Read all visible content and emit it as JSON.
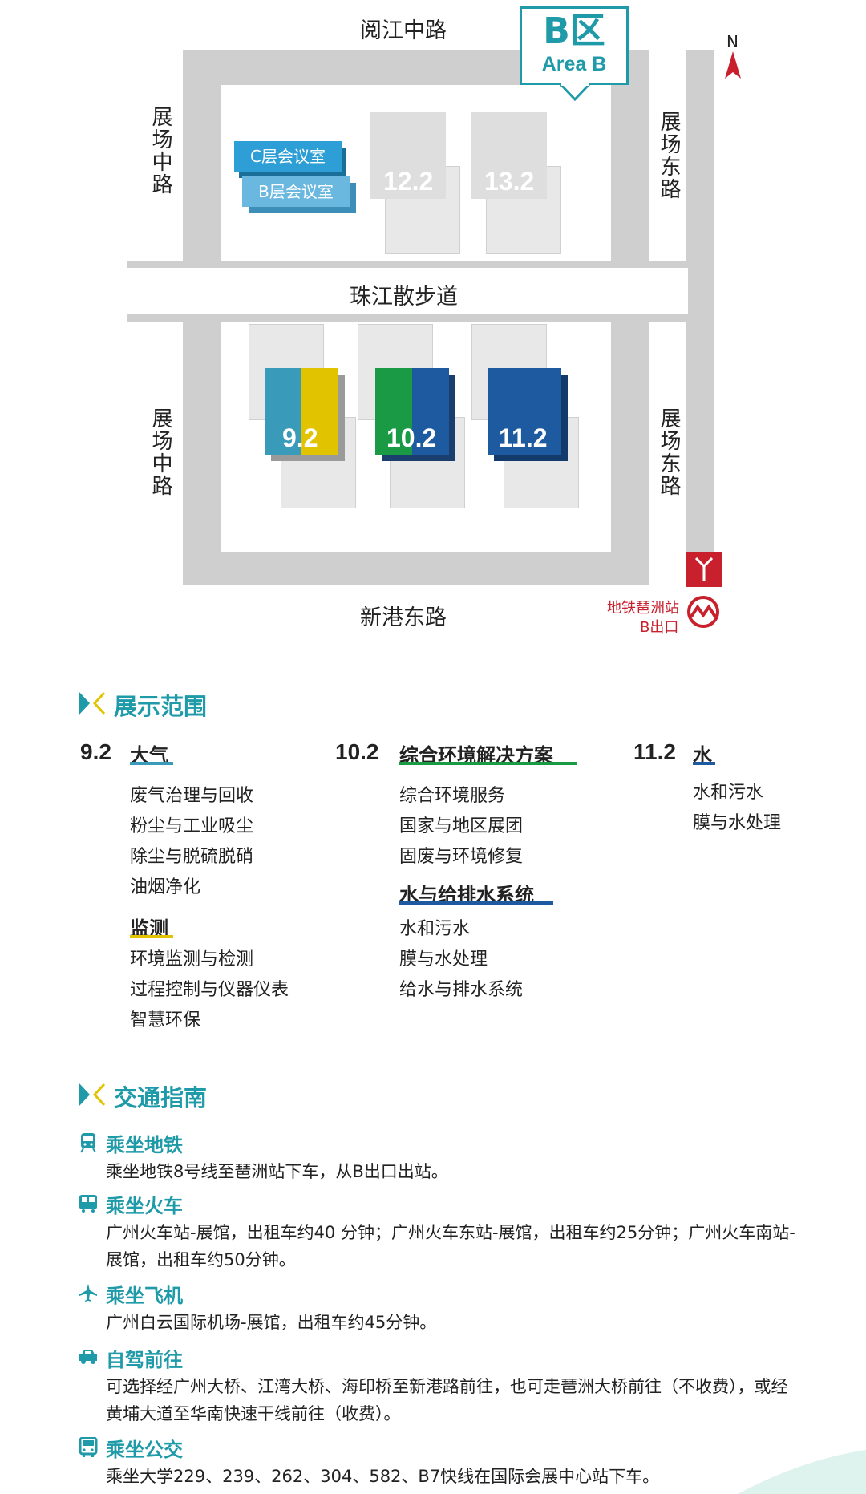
{
  "map": {
    "area": {
      "title": "B区",
      "subtitle": "Area B"
    },
    "compass": "N",
    "roads": {
      "north": "阅江中路",
      "south": "新港东路",
      "west_upper": "展场中路",
      "west_lower": "展场中路",
      "east_upper": "展场东路",
      "east_lower": "展场东路",
      "promenade": "珠江散步道"
    },
    "rooms": {
      "c_level": "C层会议室",
      "b_level": "B层会议室"
    },
    "halls": {
      "h12": "12.2",
      "h13": "13.2",
      "h9": "9.2",
      "h10": "10.2",
      "h11": "11.2"
    },
    "metro": {
      "line1": "地铁琶洲站",
      "line2": "B出口"
    },
    "colors": {
      "teal": "#1f9aa8",
      "hall9_left": "#3a9ab9",
      "hall9_right": "#e2c300",
      "hall10_left": "#1a9a45",
      "hall10_right": "#1e5aa0",
      "hall11": "#1e5aa0",
      "room_c": "#2d9fd6",
      "room_b": "#6ab7e0",
      "metro_red": "#c8202d"
    }
  },
  "scope": {
    "title": "展示范围",
    "col1": {
      "num": "9.2",
      "cat1": {
        "name": "大气",
        "items": [
          "废气治理与回收",
          "粉尘与工业吸尘",
          "除尘与脱硫脱硝",
          "油烟净化"
        ]
      },
      "cat2": {
        "name": "监测",
        "items": [
          "环境监测与检测",
          "过程控制与仪器仪表",
          "智慧环保"
        ]
      }
    },
    "col2": {
      "num": "10.2",
      "cat1": {
        "name": "综合环境解决方案",
        "items": [
          "综合环境服务",
          "国家与地区展团",
          "固废与环境修复"
        ]
      },
      "cat2": {
        "name": "水与给排水系统",
        "items": [
          "水和污水",
          "膜与水处理",
          "给水与排水系统"
        ]
      }
    },
    "col3": {
      "num": "11.2",
      "cat1": {
        "name": "水",
        "items": [
          "水和污水",
          "膜与水处理"
        ]
      }
    }
  },
  "transport": {
    "title": "交通指南",
    "metro": {
      "head": "乘坐地铁",
      "body": "乘坐地铁8号线至琶洲站下车，从B出口出站。"
    },
    "train": {
      "head": "乘坐火车",
      "body": "广州火车站-展馆，出租车约40 分钟；广州火车东站-展馆，出租车约25分钟；广州火车南站-展馆，出租车约50分钟。"
    },
    "plane": {
      "head": "乘坐飞机",
      "body": "广州白云国际机场-展馆，出租车约45分钟。"
    },
    "car": {
      "head": "自驾前往",
      "body": "可选择经广州大桥、江湾大桥、海印桥至新港路前往，也可走琶洲大桥前往（不收费），或经黄埔大道至华南快速干线前往（收费）。"
    },
    "bus": {
      "head": "乘坐公交",
      "body": "乘坐大学229、239、262、304、582、B7快线在国际会展中心站下车。"
    }
  }
}
